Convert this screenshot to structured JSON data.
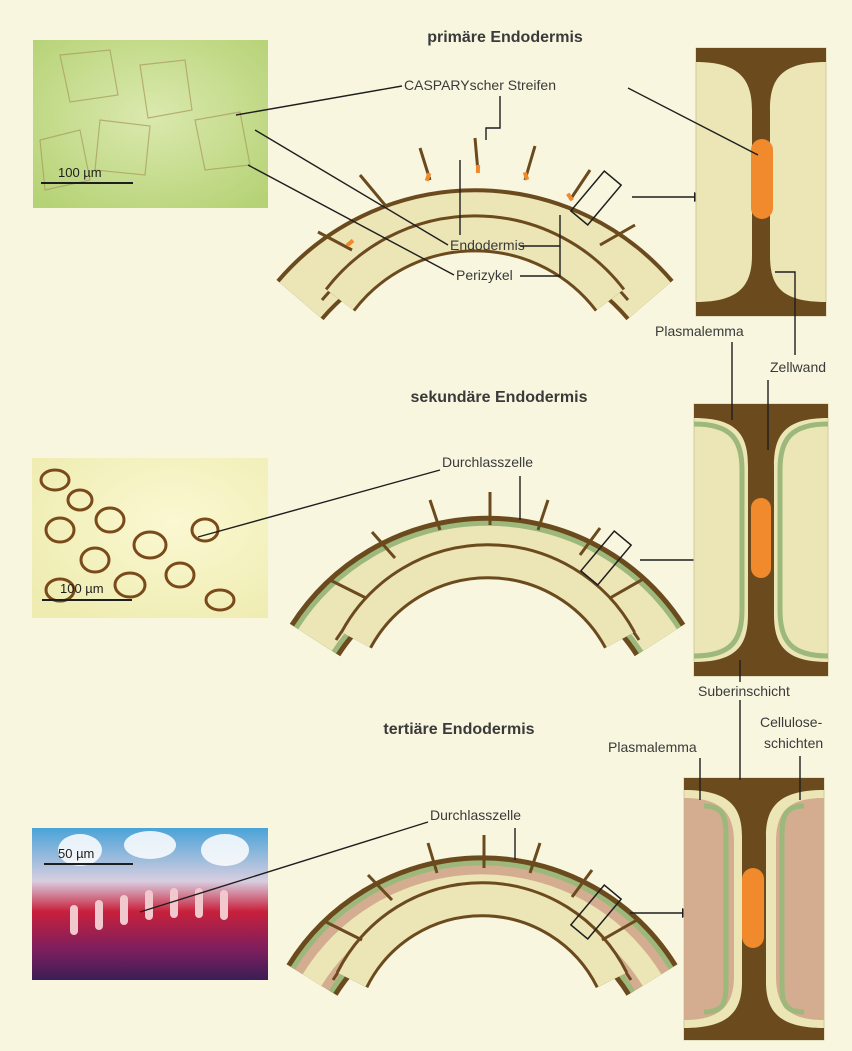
{
  "panels": {
    "primary": {
      "title": "primäre Endodermis",
      "scale_bar": "100 µm",
      "labels": {
        "caspary": "CASPARYscher Streifen",
        "endodermis": "Endodermis",
        "perizykel": "Perizykel",
        "plasmalemma": "Plasmalemma",
        "zellwand": "Zellwand"
      }
    },
    "secondary": {
      "title": "sekundäre Endodermis",
      "scale_bar": "100 µm",
      "labels": {
        "durchlasszelle": "Durchlasszelle",
        "suberinschicht": "Suberinschicht"
      }
    },
    "tertiary": {
      "title": "tertiäre Endodermis",
      "scale_bar": "50 µm",
      "labels": {
        "durchlasszelle": "Durchlasszelle",
        "plasmalemma": "Plasmalemma",
        "cellulose_1": "Cellulose-",
        "cellulose_2": "schichten"
      }
    }
  },
  "colors": {
    "background": "#f9f6df",
    "cell_fill": "#ece5b6",
    "wall": "#6b4a1e",
    "caspary_strip": "#f08a2c",
    "suberin": "#9cb87a",
    "cellulose": "#d4ad91",
    "micro_primary": "#c5dd8f",
    "micro_secondary": "#f1efbd",
    "micro_tertiary_red": "#c8203b"
  }
}
